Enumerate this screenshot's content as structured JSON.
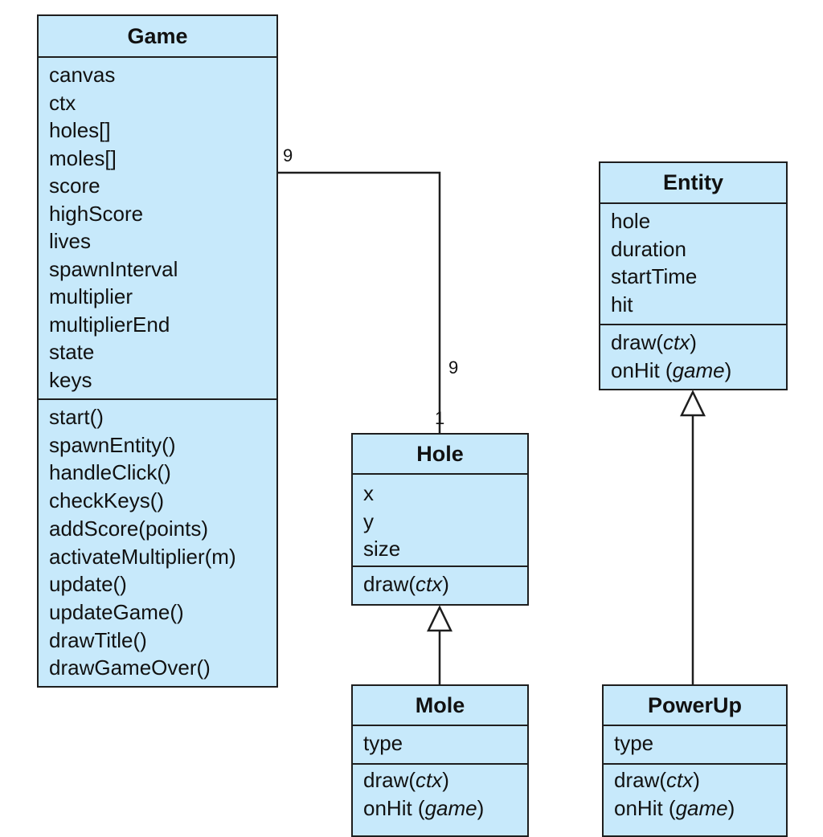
{
  "classes": {
    "game": {
      "name": "Game",
      "attributes": [
        "canvas",
        "ctx",
        "holes[]",
        "moles[]",
        "score",
        "highScore",
        "lives",
        "spawnInterval",
        "multiplier",
        "multiplierEnd",
        "state",
        "keys"
      ],
      "methods": [
        "start()",
        "spawnEntity()",
        "handleClick()",
        "checkKeys()",
        "addScore(points)",
        "activateMultiplier(m)",
        "update()",
        "updateGame()",
        "drawTitle()",
        "drawGameOver()"
      ]
    },
    "entity": {
      "name": "Entity",
      "attributes": [
        "hole",
        "duration",
        "startTime",
        "hit"
      ],
      "methods": [
        {
          "name": "draw(",
          "param": "ctx",
          "close": ")"
        },
        {
          "name": "onHit (",
          "param": "game",
          "close": ")"
        }
      ]
    },
    "hole": {
      "name": "Hole",
      "attributes": [
        "x",
        "y",
        "size"
      ],
      "methods": [
        {
          "name": "draw(",
          "param": "ctx",
          "close": ")"
        }
      ]
    },
    "mole": {
      "name": "Mole",
      "attributes": [
        "type"
      ],
      "methods": [
        {
          "name": "draw(",
          "param": "ctx",
          "close": ")"
        },
        {
          "name": "onHit (",
          "param": "game",
          "close": ")"
        }
      ]
    },
    "powerup": {
      "name": "PowerUp",
      "attributes": [
        "type"
      ],
      "methods": [
        {
          "name": "draw(",
          "param": "ctx",
          "close": ")"
        },
        {
          "name": "onHit (",
          "param": "game",
          "close": ")"
        }
      ]
    }
  },
  "relations": {
    "game_hole": {
      "multiplicity_game_end": "9",
      "multiplicity_mid": "9",
      "multiplicity_hole_end": "1"
    }
  },
  "colors": {
    "box_fill": "#c7e9fb",
    "line": "#1e1e1e"
  }
}
